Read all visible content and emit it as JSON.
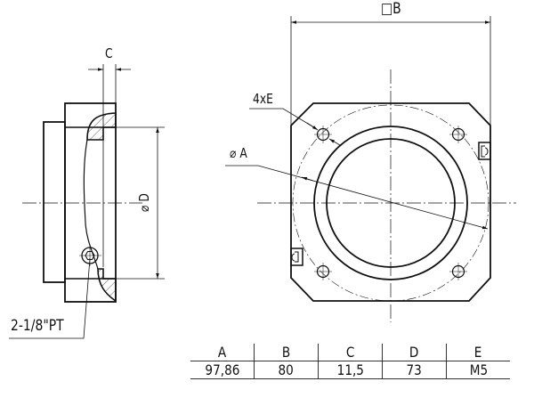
{
  "drawing": {
    "labels": {
      "c": "C",
      "b": "□B",
      "four_x_e": "4xE",
      "phi_a": "⌀ A",
      "phi_d": "⌀ D",
      "thread": "2-1/8\"PT"
    }
  },
  "dimension_table": {
    "headers": [
      "A",
      "B",
      "C",
      "D",
      "E"
    ],
    "values": [
      "97,86",
      "80",
      "11,5",
      "73",
      "M5"
    ]
  }
}
